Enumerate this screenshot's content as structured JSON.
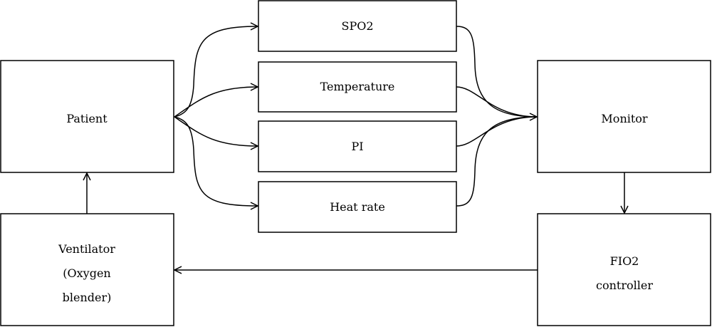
{
  "nodes": {
    "patient": "Patient",
    "ventilator": [
      "Ventilator",
      "(Oxygen",
      "blender)"
    ],
    "spo2": "SPO2",
    "temperature": "Temperature",
    "pi": "PI",
    "heat_rate": "Heat rate",
    "monitor": "Monitor",
    "fio2": [
      "FIO2",
      "controller"
    ]
  },
  "colors": {
    "stroke": "#000000",
    "background": "#ffffff"
  }
}
